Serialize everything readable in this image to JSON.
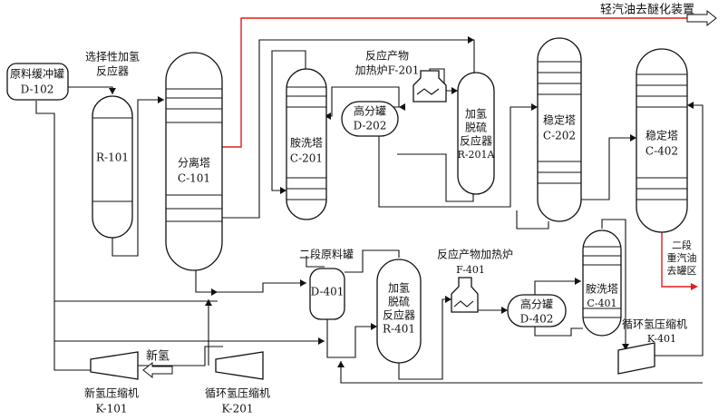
{
  "labels": {
    "product_out": "轻汽油去醚化装置",
    "d102_name": "原料缓冲罐",
    "d102_tag": "D-102",
    "r101_caption_1": "选择性加氢",
    "r101_caption_2": "反应器",
    "r101_tag": "R-101",
    "c101_name": "分离塔",
    "c101_tag": "C-101",
    "c201_name": "胺洗塔",
    "c201_tag": "C-201",
    "f201_caption_1": "反应产物",
    "f201_caption_2": "加热炉F-201",
    "d202_name": "高分罐",
    "d202_tag": "D-202",
    "r201a_name_1": "加氢",
    "r201a_name_2": "脱硫",
    "r201a_name_3": "反应器",
    "r201a_tag": "R-201A",
    "c202_name": "稳定塔",
    "c202_tag": "C-202",
    "c402_name": "稳定塔",
    "c402_tag": "C-402",
    "heavy_out_1": "二段",
    "heavy_out_2": "重汽油",
    "heavy_out_3": "去罐区",
    "d401_caption": "二段原料罐",
    "d401_tag": "D-401",
    "r401_name_1": "加氢",
    "r401_name_2": "脱硫",
    "r401_name_3": "反应器",
    "r401_tag": "R-401",
    "f401_caption": "反应产物加热炉",
    "f401_tag": "F-401",
    "d402_name": "高分罐",
    "d402_tag": "D-402",
    "c401_name": "胺洗塔",
    "c401_tag": "C-401",
    "k401_caption": "循环氢压缩机",
    "k401_tag": "K-401",
    "h2_in": "新氢",
    "k101_name": "新氢压缩机",
    "k101_tag": "K-101",
    "k201_name": "循环氢压缩机",
    "k201_tag": "K-201"
  },
  "colors": {
    "line": "#111111",
    "highlight": "#e31b1b"
  }
}
